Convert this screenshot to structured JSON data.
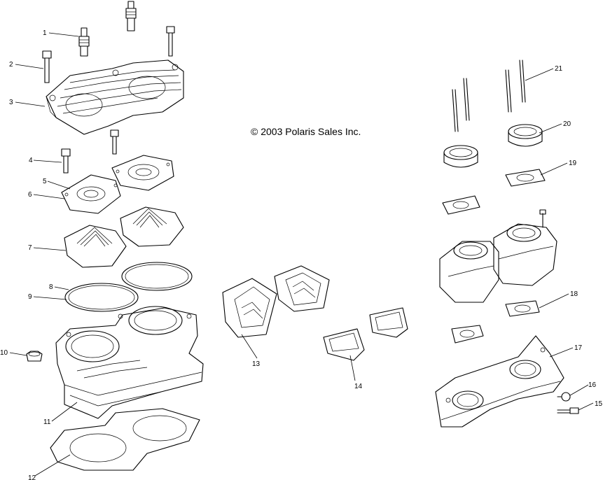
{
  "copyright": "© 2003 Polaris Sales Inc.",
  "callouts": {
    "c1": "1",
    "c2": "2",
    "c3": "3",
    "c4": "4",
    "c5": "5",
    "c6": "6",
    "c7": "7",
    "c8": "8",
    "c9": "9",
    "c10": "10",
    "c11": "11",
    "c12": "12",
    "c13": "13",
    "c14": "14",
    "c15": "15",
    "c16": "16",
    "c17": "17",
    "c18": "18",
    "c19": "19",
    "c20": "20",
    "c21": "21"
  }
}
